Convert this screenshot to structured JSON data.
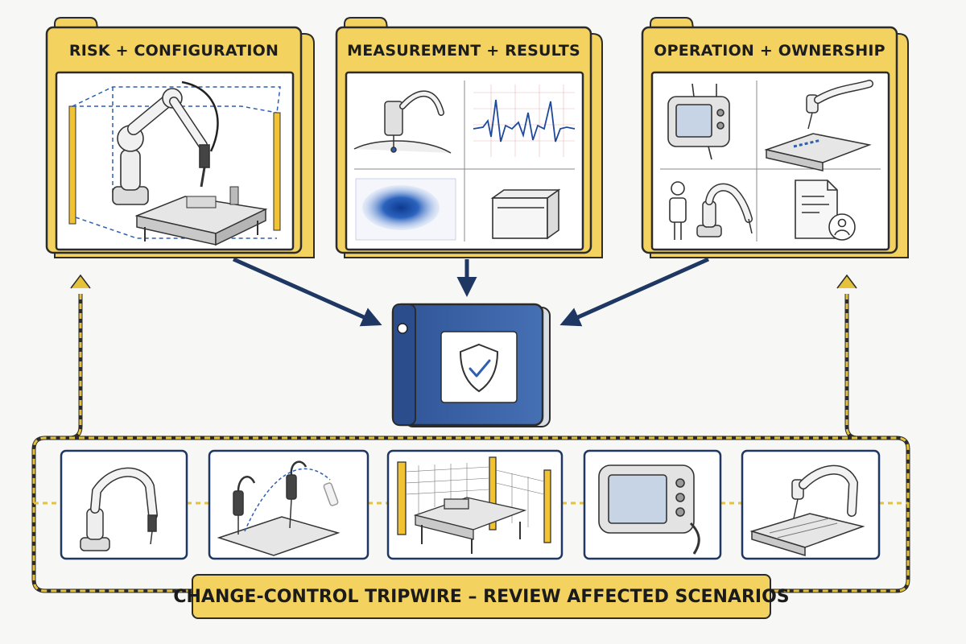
{
  "diagram": {
    "folders": [
      {
        "title": "RISK + CONFIGURATION"
      },
      {
        "title": "MEASUREMENT + RESULTS"
      },
      {
        "title": "OPERATION + OWNERSHIP"
      }
    ],
    "banner": "CHANGE-CONTROL TRIPWIRE – REVIEW AFFECTED SCENARIOS"
  },
  "colors": {
    "folder_yellow": "#f3d25f",
    "outline": "#2b2b2b",
    "binder_blue": "#3b63a6",
    "arrow_navy": "#1f3763",
    "tripwire_dashed": "#e5c23b"
  }
}
